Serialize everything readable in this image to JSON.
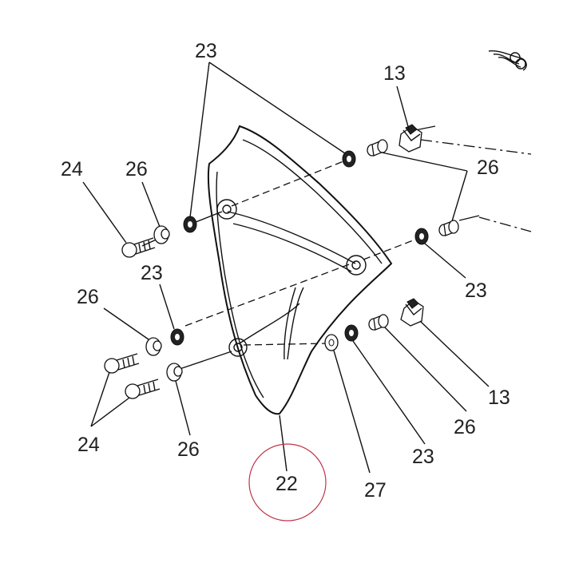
{
  "callouts": [
    {
      "id": "c23_top",
      "text": "23"
    },
    {
      "id": "c13_top",
      "text": "13"
    },
    {
      "id": "c24_top",
      "text": "24"
    },
    {
      "id": "c26_top_left",
      "text": "26"
    },
    {
      "id": "c26_top_right",
      "text": "26"
    },
    {
      "id": "c23_mid_left",
      "text": "23"
    },
    {
      "id": "c23_mid_right",
      "text": "23"
    },
    {
      "id": "c26_mid_left",
      "text": "26"
    },
    {
      "id": "c13_bottom",
      "text": "13"
    },
    {
      "id": "c24_bottom",
      "text": "24"
    },
    {
      "id": "c26_bottom_left",
      "text": "26"
    },
    {
      "id": "c26_bottom_right",
      "text": "26"
    },
    {
      "id": "c23_bottom",
      "text": "23"
    },
    {
      "id": "c27",
      "text": "27"
    },
    {
      "id": "c22",
      "text": "22"
    }
  ],
  "highlight": {
    "part": "22",
    "color": "#c0334a"
  }
}
